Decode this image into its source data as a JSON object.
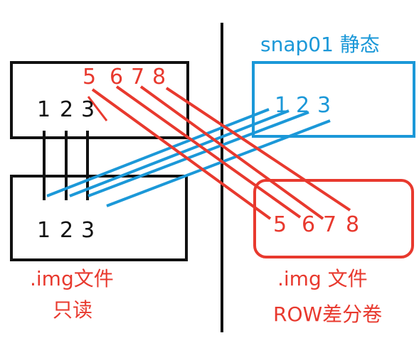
{
  "colors": {
    "black": "#111111",
    "red": "#e8392e",
    "blue": "#1b98d8"
  },
  "left_top_box": {
    "numbers": [
      "1",
      "2",
      "3"
    ],
    "red_numbers": [
      "5",
      "6",
      "7",
      "8"
    ]
  },
  "left_bottom_box": {
    "numbers": [
      "1",
      "2",
      "3"
    ],
    "label_line1": ".img文件",
    "label_line2": "只读"
  },
  "right_top_box": {
    "title": "snap01 静态",
    "numbers": [
      "1",
      "2",
      "3"
    ]
  },
  "right_bottom_box": {
    "numbers": [
      "5",
      "6",
      "7",
      "8"
    ],
    "label_line1": ".img 文件",
    "label_line2": "ROW差分卷"
  }
}
